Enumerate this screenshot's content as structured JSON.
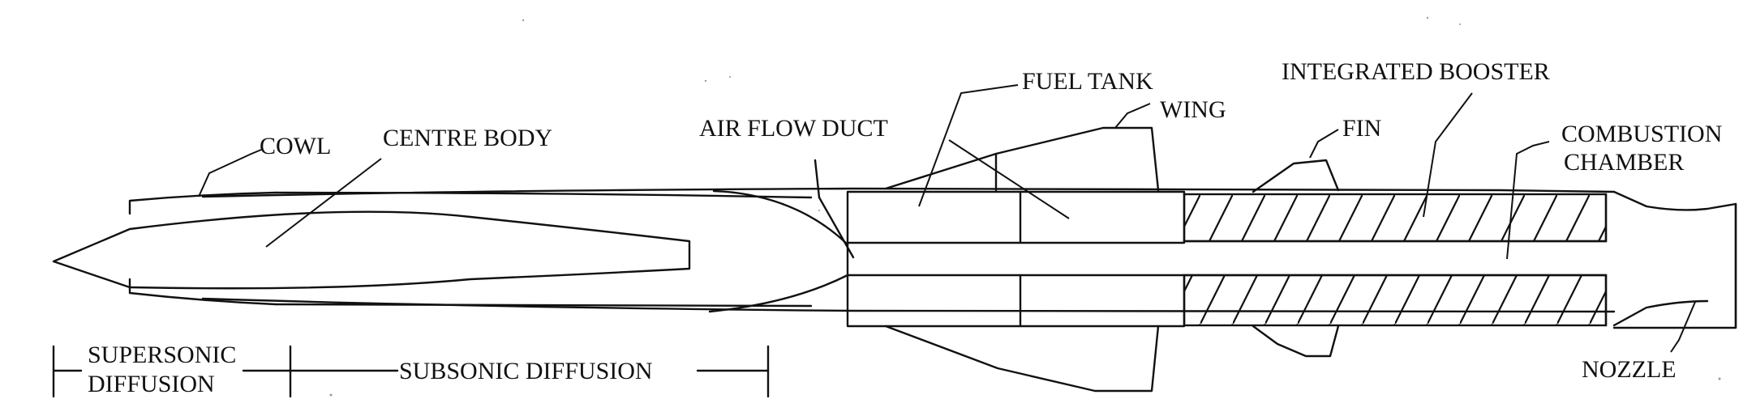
{
  "labels": {
    "cowl": "COWL",
    "centre_body": "CENTRE BODY",
    "air_flow_duct": "AIR FLOW DUCT",
    "fuel_tank": "FUEL TANK",
    "wing": "WING",
    "integrated_booster": "INTEGRATED BOOSTER",
    "fin": "FIN",
    "combustion_chamber_line1": "COMBUSTION",
    "combustion_chamber_line2": "CHAMBER",
    "nozzle": "NOZZLE",
    "supersonic_line1": "SUPERSONIC",
    "supersonic_line2": "DIFFUSION",
    "subsonic": "SUBSONIC DIFFUSION"
  },
  "colors": {
    "ink": "#111111",
    "background": "#ffffff"
  }
}
